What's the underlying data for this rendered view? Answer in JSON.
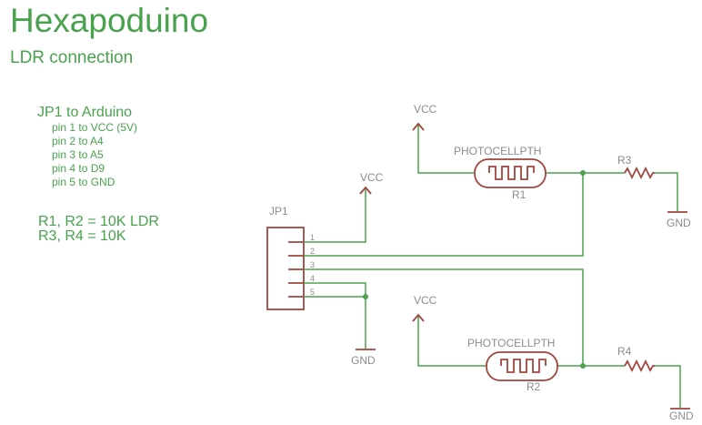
{
  "title": "Hexapoduino",
  "subtitle": "LDR connection",
  "notes": {
    "heading": "JP1 to Arduino",
    "pins": [
      "pin 1 to VCC (5V)",
      "pin 2 to A4",
      "pin 3 to A5",
      "pin 4 to D9",
      "pin 5 to GND"
    ],
    "values": [
      "R1, R2 = 10K LDR",
      "R3, R4 = 10K"
    ]
  },
  "labels": {
    "vcc": "VCC",
    "gnd": "GND",
    "jp1": "JP1",
    "photocell": "PHOTOCELLPTH",
    "r1": "R1",
    "r2": "R2",
    "r3": "R3",
    "r4": "R4"
  },
  "jp1_pins": [
    "1",
    "2",
    "3",
    "4",
    "5"
  ],
  "colors": {
    "text": "#49a24d",
    "wire": "#49a24d",
    "part": "#a0453e",
    "label": "#8c8c8c"
  }
}
